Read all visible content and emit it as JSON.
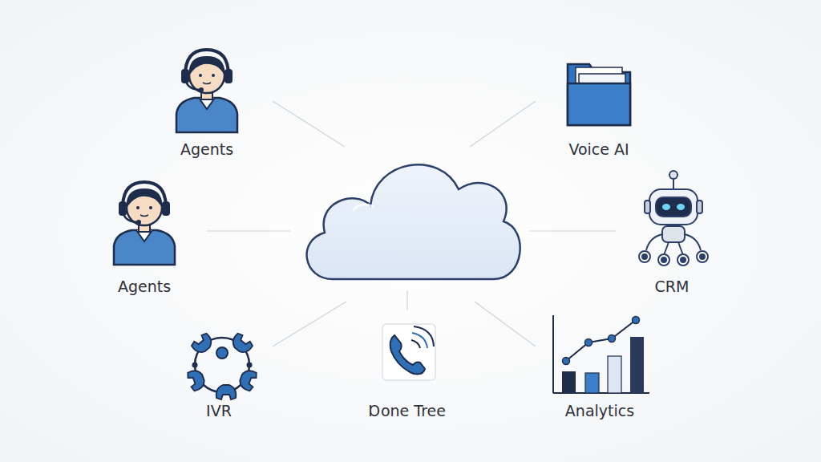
{
  "diagram": {
    "labels": [
      "Agents",
      "Voice AI",
      "Agents",
      "CRM",
      "IVR",
      "Ɒone Tree",
      "Analytics"
    ]
  }
}
